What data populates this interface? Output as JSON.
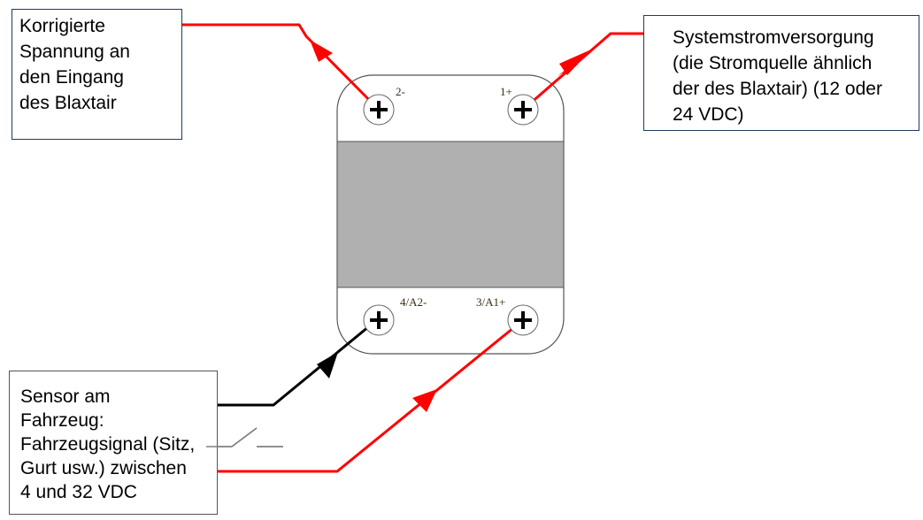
{
  "notes": {
    "output": {
      "lines": [
        "Korrigierte",
        "Spannung an",
        "den Eingang",
        "des Blaxtair"
      ]
    },
    "power": {
      "lines": [
        "Systemstromversorgung",
        "(die Stromquelle ähnlich",
        "der des Blaxtair) (12 oder",
        "24 VDC)"
      ]
    },
    "sensor": {
      "lines": [
        "Sensor am",
        "Fahrzeug:",
        "Fahrzeugsignal (Sitz,",
        "Gurt usw.) zwischen",
        "4 und 32 VDC"
      ]
    }
  },
  "terminals": {
    "t2": "2-",
    "t1": "1+",
    "t4": "4/A2-",
    "t3": "3/A1+"
  },
  "colors": {
    "positive_wire": "#ff0000",
    "negative_wire": "#000000",
    "relay_body_fill": "#b0b0b0",
    "note_border": "#1f3a5f",
    "switch_symbol": "#808080"
  }
}
